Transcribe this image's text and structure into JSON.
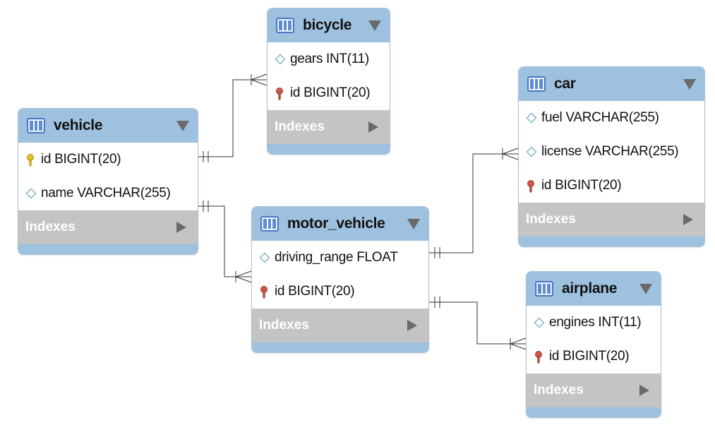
{
  "diagram": {
    "tables": {
      "vehicle": {
        "name": "vehicle",
        "columns": [
          {
            "label": "id BIGINT(20)",
            "icon": "primary-key-icon"
          },
          {
            "label": "name VARCHAR(255)",
            "icon": "column-diamond-icon"
          }
        ],
        "indexes_label": "Indexes"
      },
      "bicycle": {
        "name": "bicycle",
        "columns": [
          {
            "label": "gears INT(11)",
            "icon": "column-diamond-icon"
          },
          {
            "label": "id BIGINT(20)",
            "icon": "foreign-key-icon"
          }
        ],
        "indexes_label": "Indexes"
      },
      "motor_vehicle": {
        "name": "motor_vehicle",
        "columns": [
          {
            "label": "driving_range FLOAT",
            "icon": "column-diamond-icon"
          },
          {
            "label": "id BIGINT(20)",
            "icon": "foreign-key-icon"
          }
        ],
        "indexes_label": "Indexes"
      },
      "car": {
        "name": "car",
        "columns": [
          {
            "label": "fuel VARCHAR(255)",
            "icon": "column-diamond-icon"
          },
          {
            "label": "license VARCHAR(255)",
            "icon": "column-diamond-icon"
          },
          {
            "label": "id BIGINT(20)",
            "icon": "foreign-key-icon"
          }
        ],
        "indexes_label": "Indexes"
      },
      "airplane": {
        "name": "airplane",
        "columns": [
          {
            "label": "engines INT(11)",
            "icon": "column-diamond-icon"
          },
          {
            "label": "id BIGINT(20)",
            "icon": "foreign-key-icon"
          }
        ],
        "indexes_label": "Indexes"
      }
    },
    "relationships": [
      {
        "from": "vehicle",
        "to": "bicycle",
        "type": "one-to-many"
      },
      {
        "from": "vehicle",
        "to": "motor_vehicle",
        "type": "one-to-many"
      },
      {
        "from": "motor_vehicle",
        "to": "car",
        "type": "one-to-many"
      },
      {
        "from": "motor_vehicle",
        "to": "airplane",
        "type": "one-to-many"
      }
    ],
    "colors": {
      "header": "#9dc1df",
      "indexes_bar": "#c4c4c4",
      "connector": "#333333",
      "primary_key": "#e6c02a",
      "foreign_key": "#cc5a4a",
      "column_diamond": "#8fbccc"
    }
  }
}
